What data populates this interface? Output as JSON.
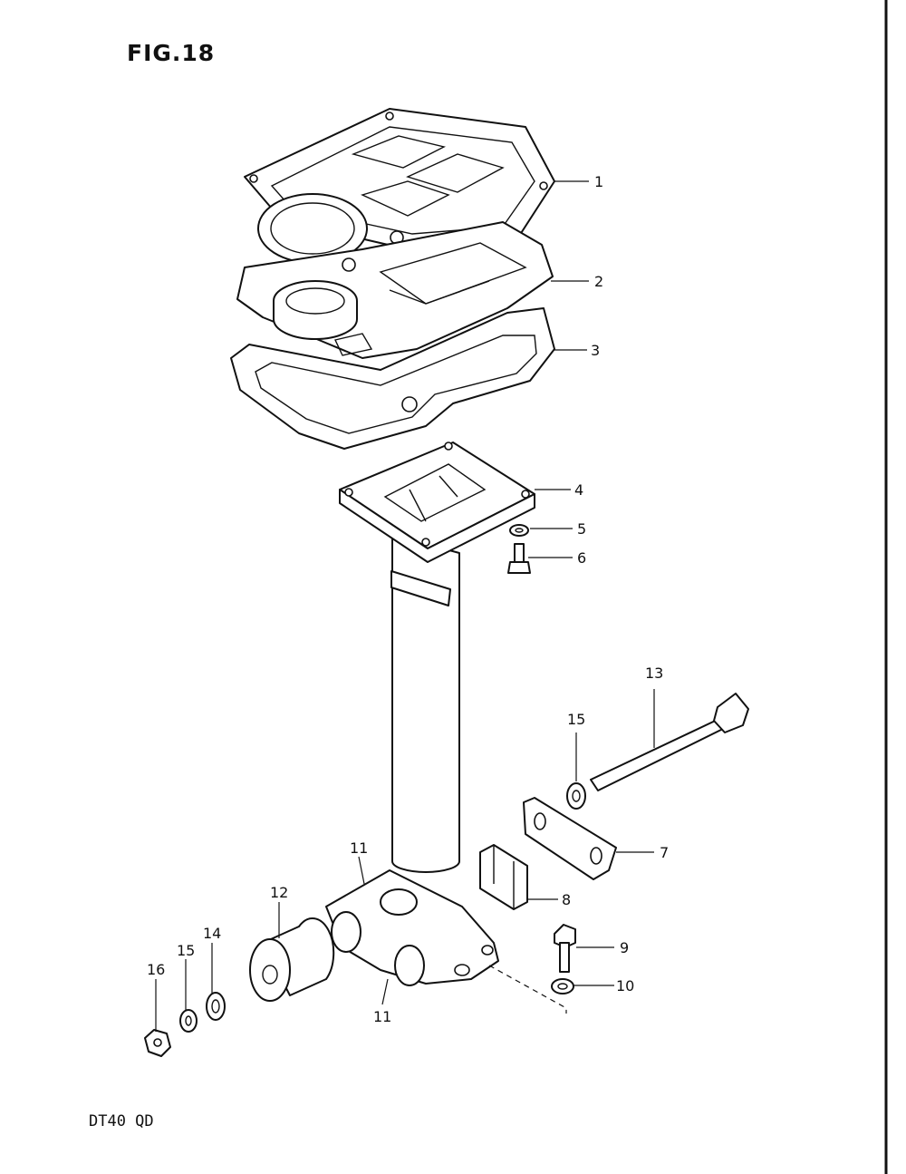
{
  "figure": {
    "title": "FIG.18",
    "model": "DT40 QD"
  },
  "callouts": [
    {
      "id": "c1",
      "label": "1"
    },
    {
      "id": "c2",
      "label": "2"
    },
    {
      "id": "c3",
      "label": "3"
    },
    {
      "id": "c4",
      "label": "4"
    },
    {
      "id": "c5",
      "label": "5"
    },
    {
      "id": "c6",
      "label": "6"
    },
    {
      "id": "c7",
      "label": "7"
    },
    {
      "id": "c8",
      "label": "8"
    },
    {
      "id": "c9",
      "label": "9"
    },
    {
      "id": "c10",
      "label": "10"
    },
    {
      "id": "c11a",
      "label": "11"
    },
    {
      "id": "c11b",
      "label": "11"
    },
    {
      "id": "c12",
      "label": "12"
    },
    {
      "id": "c13",
      "label": "13"
    },
    {
      "id": "c14",
      "label": "14"
    },
    {
      "id": "c15a",
      "label": "15"
    },
    {
      "id": "c15b",
      "label": "15"
    },
    {
      "id": "c16",
      "label": "16"
    }
  ],
  "colors": {
    "ink": "#111111",
    "paper": "#ffffff"
  }
}
